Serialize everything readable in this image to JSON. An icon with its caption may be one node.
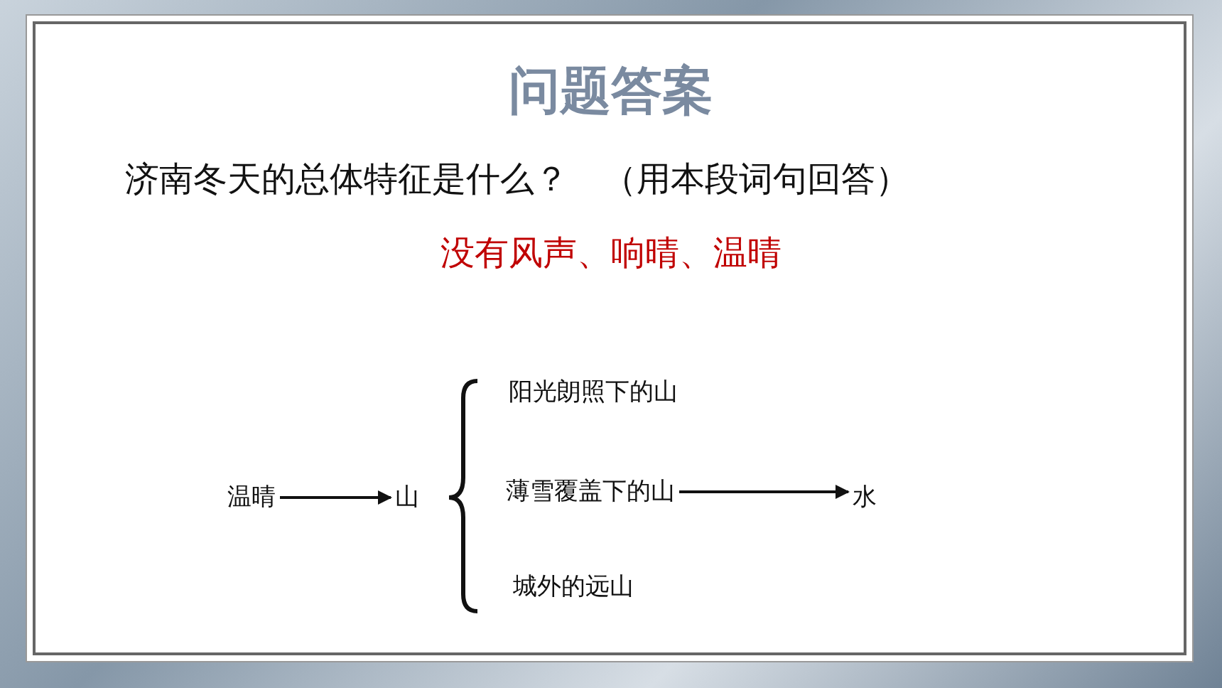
{
  "diagram": {
    "title": "问题答案",
    "nodes": [
      {
        "text": [
          "温晴"
        ]
      },
      {
        "text": [
          "山"
        ]
      },
      {
        "text": [
          "阳光朗照下的山"
        ]
      },
      {
        "text": [
          "薄雪覆盖下的山"
        ]
      },
      {
        "text": [
          "城外的远山"
        ]
      },
      {
        "text": [
          "水"
        ]
      }
    ],
    "edges": [
      {
        "from": 0,
        "to": 1,
        "arrow": "to"
      },
      {
        "from": 3,
        "to": 5,
        "arrow": "to"
      }
    ],
    "labels": [
      "济南冬天的总体特征是什么？　（用本段词句回答）",
      "没有风声、响晴、温晴"
    ]
  }
}
